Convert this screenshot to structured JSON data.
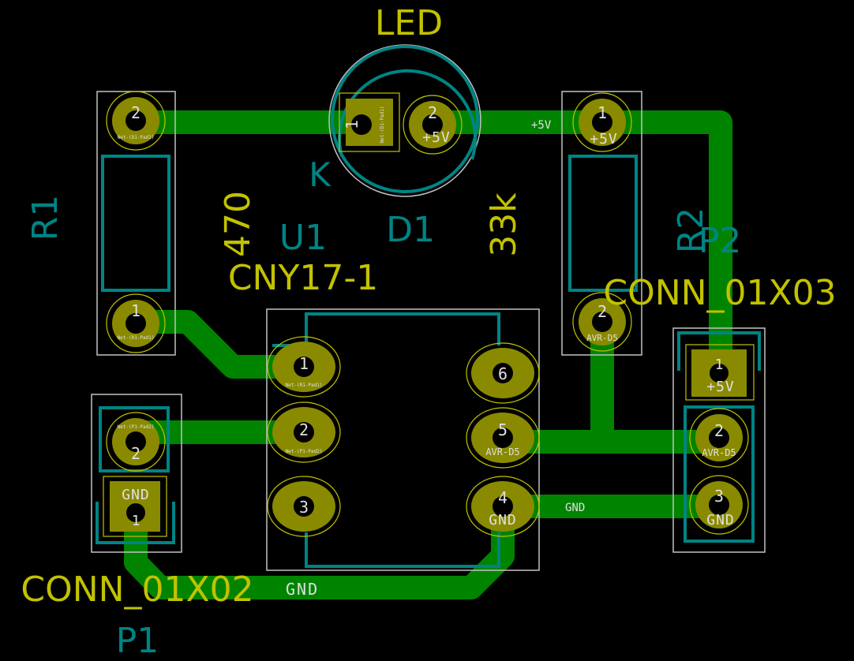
{
  "board": {
    "background": "#000000",
    "colors": {
      "copper": "#008400",
      "pad": "#8a8a00",
      "pad_ring": "#c2c200",
      "hole": "#000000",
      "outline": "#c2c2c2",
      "silk_yellow": "#c2c200",
      "silk_cyan": "#008484",
      "net_label": "#e0e0e0"
    },
    "labels": {
      "led_value": "LED",
      "k_mark": "K",
      "d1_ref": "D1",
      "r1_ref": "R1",
      "r1_value": "470",
      "u1_ref": "U1",
      "u1_value": "CNY17-1",
      "r2_value": "33k",
      "r2_ref": "R2",
      "p2_ref": "P2",
      "p2_value": "CONN_01X03",
      "p1_value": "CONN_01X02",
      "p1_ref": "P1"
    },
    "track_labels": {
      "plus5v": "+5V",
      "gnd_right": "GND",
      "gnd_bottom": "GND"
    },
    "pads": {
      "r1_pad2": {
        "num": "2",
        "net": "Net-(D1-Pad1)"
      },
      "r1_pad1": {
        "num": "1",
        "net": "Net-(R1-Pad1)"
      },
      "d1_pad1": {
        "num": "1",
        "net": "Net-(D1-Pad1)"
      },
      "d1_pad2": {
        "num": "2",
        "net": "+5V"
      },
      "r2_pad1": {
        "num": "1",
        "net": "+5V"
      },
      "r2_pad2": {
        "num": "2",
        "net": "AVR-D5"
      },
      "u1_pad1": {
        "num": "1",
        "net": "Net-(R1-Pad1)"
      },
      "u1_pad2": {
        "num": "2",
        "net": "Net-(P1-Pad2)"
      },
      "u1_pad3": {
        "num": "3",
        "net": ""
      },
      "u1_pad4": {
        "num": "4",
        "net": "GND"
      },
      "u1_pad5": {
        "num": "5",
        "net": "AVR-D5"
      },
      "u1_pad6": {
        "num": "6",
        "net": ""
      },
      "p1_pad2": {
        "num": "2",
        "net": "Net-(P1-Pad2)"
      },
      "p1_pad1": {
        "num": "1",
        "net": "GND"
      },
      "p2_pad1": {
        "num": "1",
        "net": "+5V"
      },
      "p2_pad2": {
        "num": "2",
        "net": "AVR-D5"
      },
      "p2_pad3": {
        "num": "3",
        "net": "GND"
      }
    }
  }
}
